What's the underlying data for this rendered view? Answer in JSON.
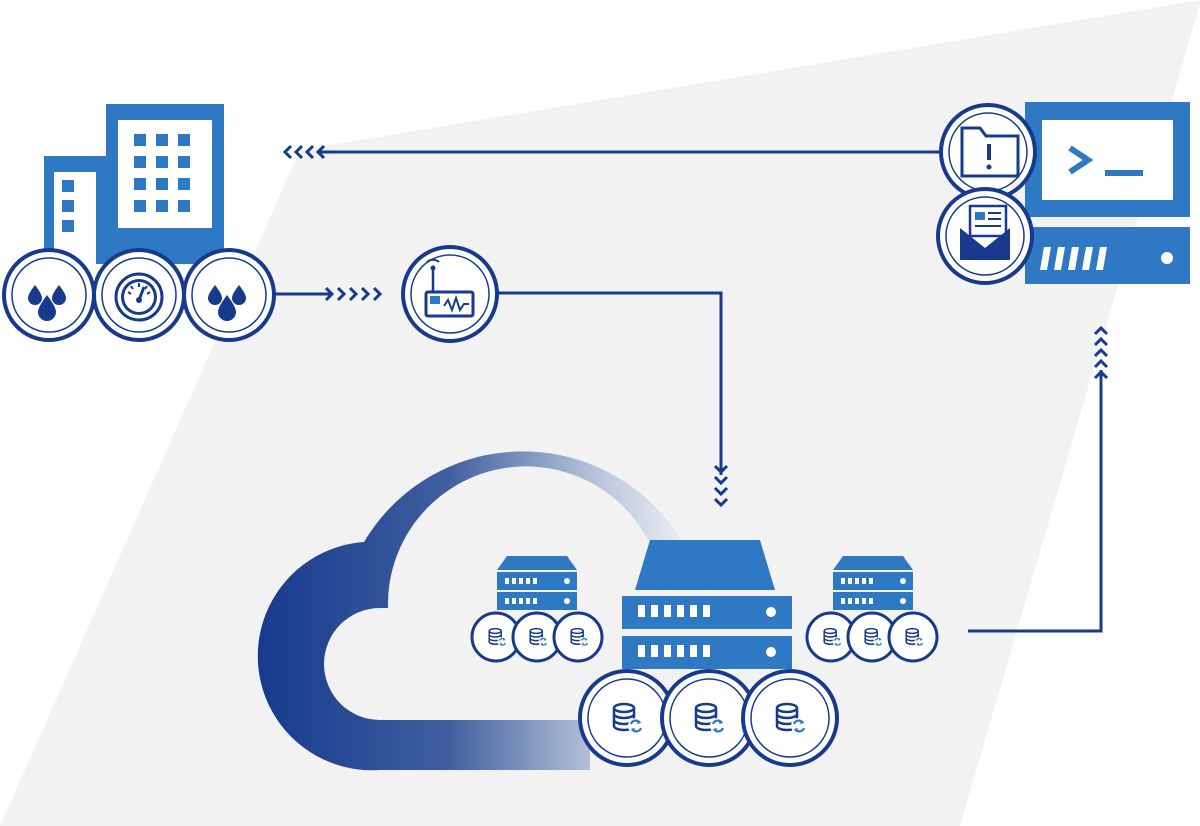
{
  "colors": {
    "primary_blue": "#2f79c4",
    "dark_navy": "#173a8c",
    "background_panel": "#f2f2f2",
    "white": "#ffffff"
  },
  "diagram": {
    "nodes": [
      {
        "id": "building",
        "icon": "building-icon"
      },
      {
        "id": "water-drops-left",
        "icon": "water-drops-icon"
      },
      {
        "id": "pressure-gauge",
        "icon": "gauge-icon"
      },
      {
        "id": "water-drops-right",
        "icon": "water-drops-icon"
      },
      {
        "id": "telemetry-device",
        "icon": "radio-transmitter-icon"
      },
      {
        "id": "cloud",
        "icon": "cloud-icon"
      },
      {
        "id": "server-left",
        "icon": "server-icon"
      },
      {
        "id": "server-center",
        "icon": "server-icon"
      },
      {
        "id": "server-right",
        "icon": "server-icon"
      },
      {
        "id": "database-sync",
        "icon": "database-sync-icon"
      },
      {
        "id": "alert-folder",
        "icon": "alert-folder-icon"
      },
      {
        "id": "email-notification",
        "icon": "email-icon"
      },
      {
        "id": "terminal-computer",
        "icon": "terminal-computer-icon"
      }
    ],
    "flows": [
      {
        "from": "building",
        "to": "telemetry-device"
      },
      {
        "from": "telemetry-device",
        "to": "cloud"
      },
      {
        "from": "cloud",
        "to": "terminal-computer"
      },
      {
        "from": "terminal-computer",
        "to": "building"
      }
    ]
  }
}
